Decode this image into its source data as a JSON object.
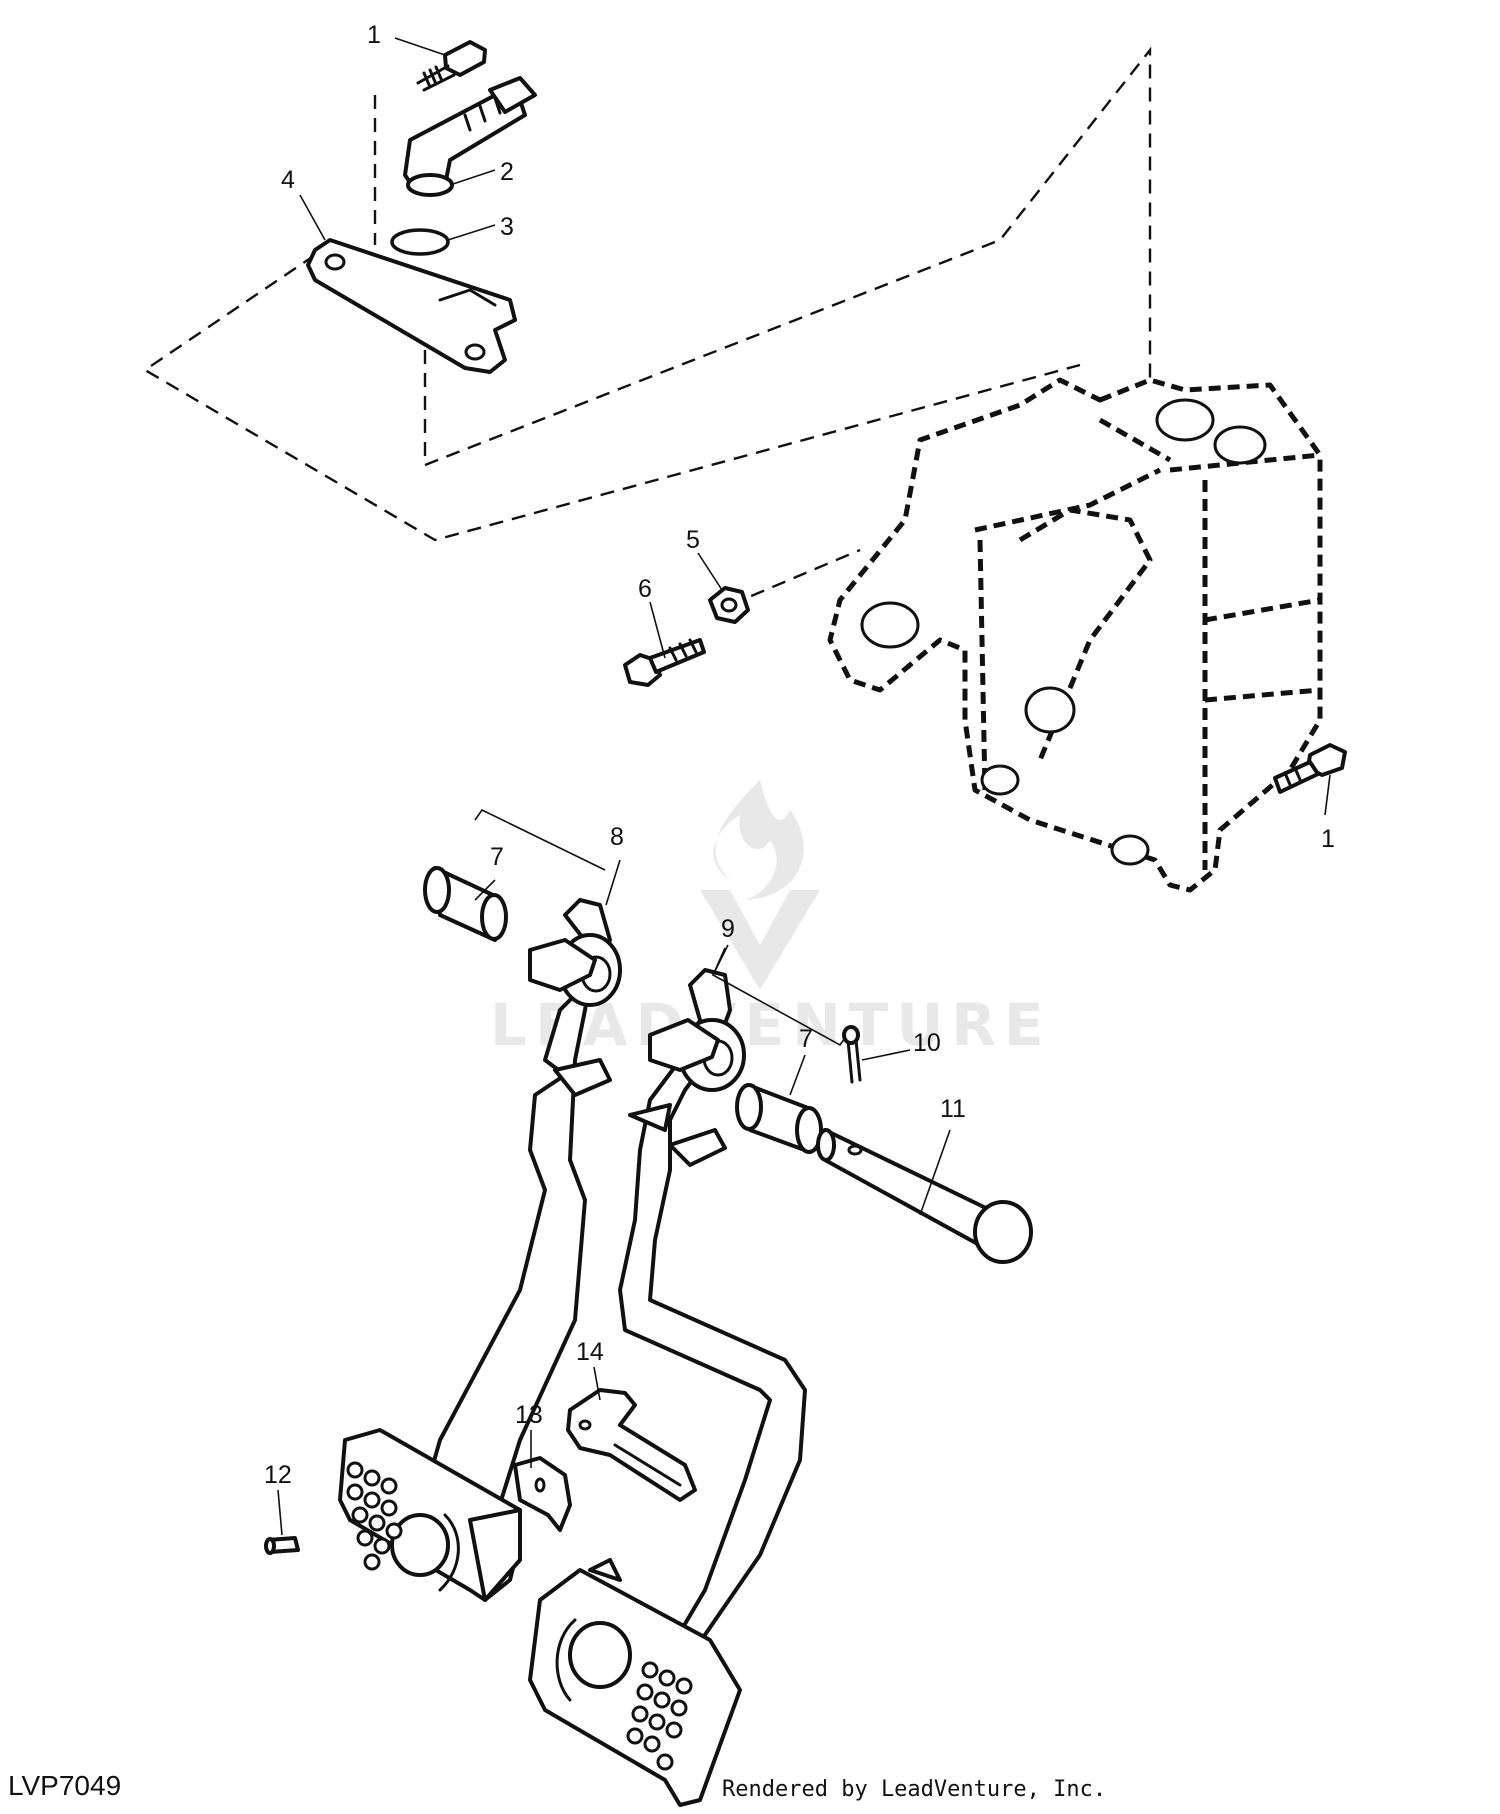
{
  "figure_id": "LVP7049",
  "credit": "Rendered by LeadVenture, Inc.",
  "watermark": "LEADVENTURE",
  "callouts": [
    {
      "id": "c1a",
      "text": "1"
    },
    {
      "id": "c2",
      "text": "2"
    },
    {
      "id": "c3",
      "text": "3"
    },
    {
      "id": "c4",
      "text": "4"
    },
    {
      "id": "c5",
      "text": "5"
    },
    {
      "id": "c6",
      "text": "6"
    },
    {
      "id": "c1b",
      "text": "1"
    },
    {
      "id": "c8",
      "text": "8"
    },
    {
      "id": "c7a",
      "text": "7"
    },
    {
      "id": "c9",
      "text": "9"
    },
    {
      "id": "c7b",
      "text": "7"
    },
    {
      "id": "c10",
      "text": "10"
    },
    {
      "id": "c11",
      "text": "11"
    },
    {
      "id": "c14",
      "text": "14"
    },
    {
      "id": "c13",
      "text": "13"
    },
    {
      "id": "c12",
      "text": "12"
    }
  ]
}
